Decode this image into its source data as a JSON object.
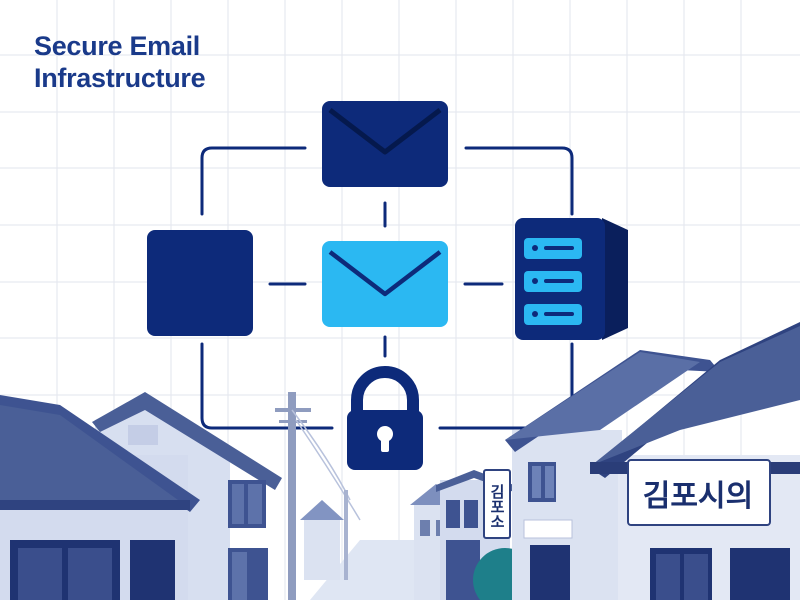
{
  "title": {
    "line1": "Secure Email",
    "line2": "Infrastructure"
  },
  "signs": {
    "building_sign_right": "김포시의",
    "vertical_sign": "김포소"
  },
  "icons": [
    "envelope-icon",
    "mail-icon",
    "server-icon",
    "padlock-icon",
    "tablet-icon"
  ],
  "colors": {
    "title": "#1a3a8a",
    "navy": "#0d2a7a",
    "envelope_light": "#2bb8f2",
    "grid": "#e6e9f0",
    "house_wall": "#d9e1f2",
    "roof": "#4a5f97"
  }
}
